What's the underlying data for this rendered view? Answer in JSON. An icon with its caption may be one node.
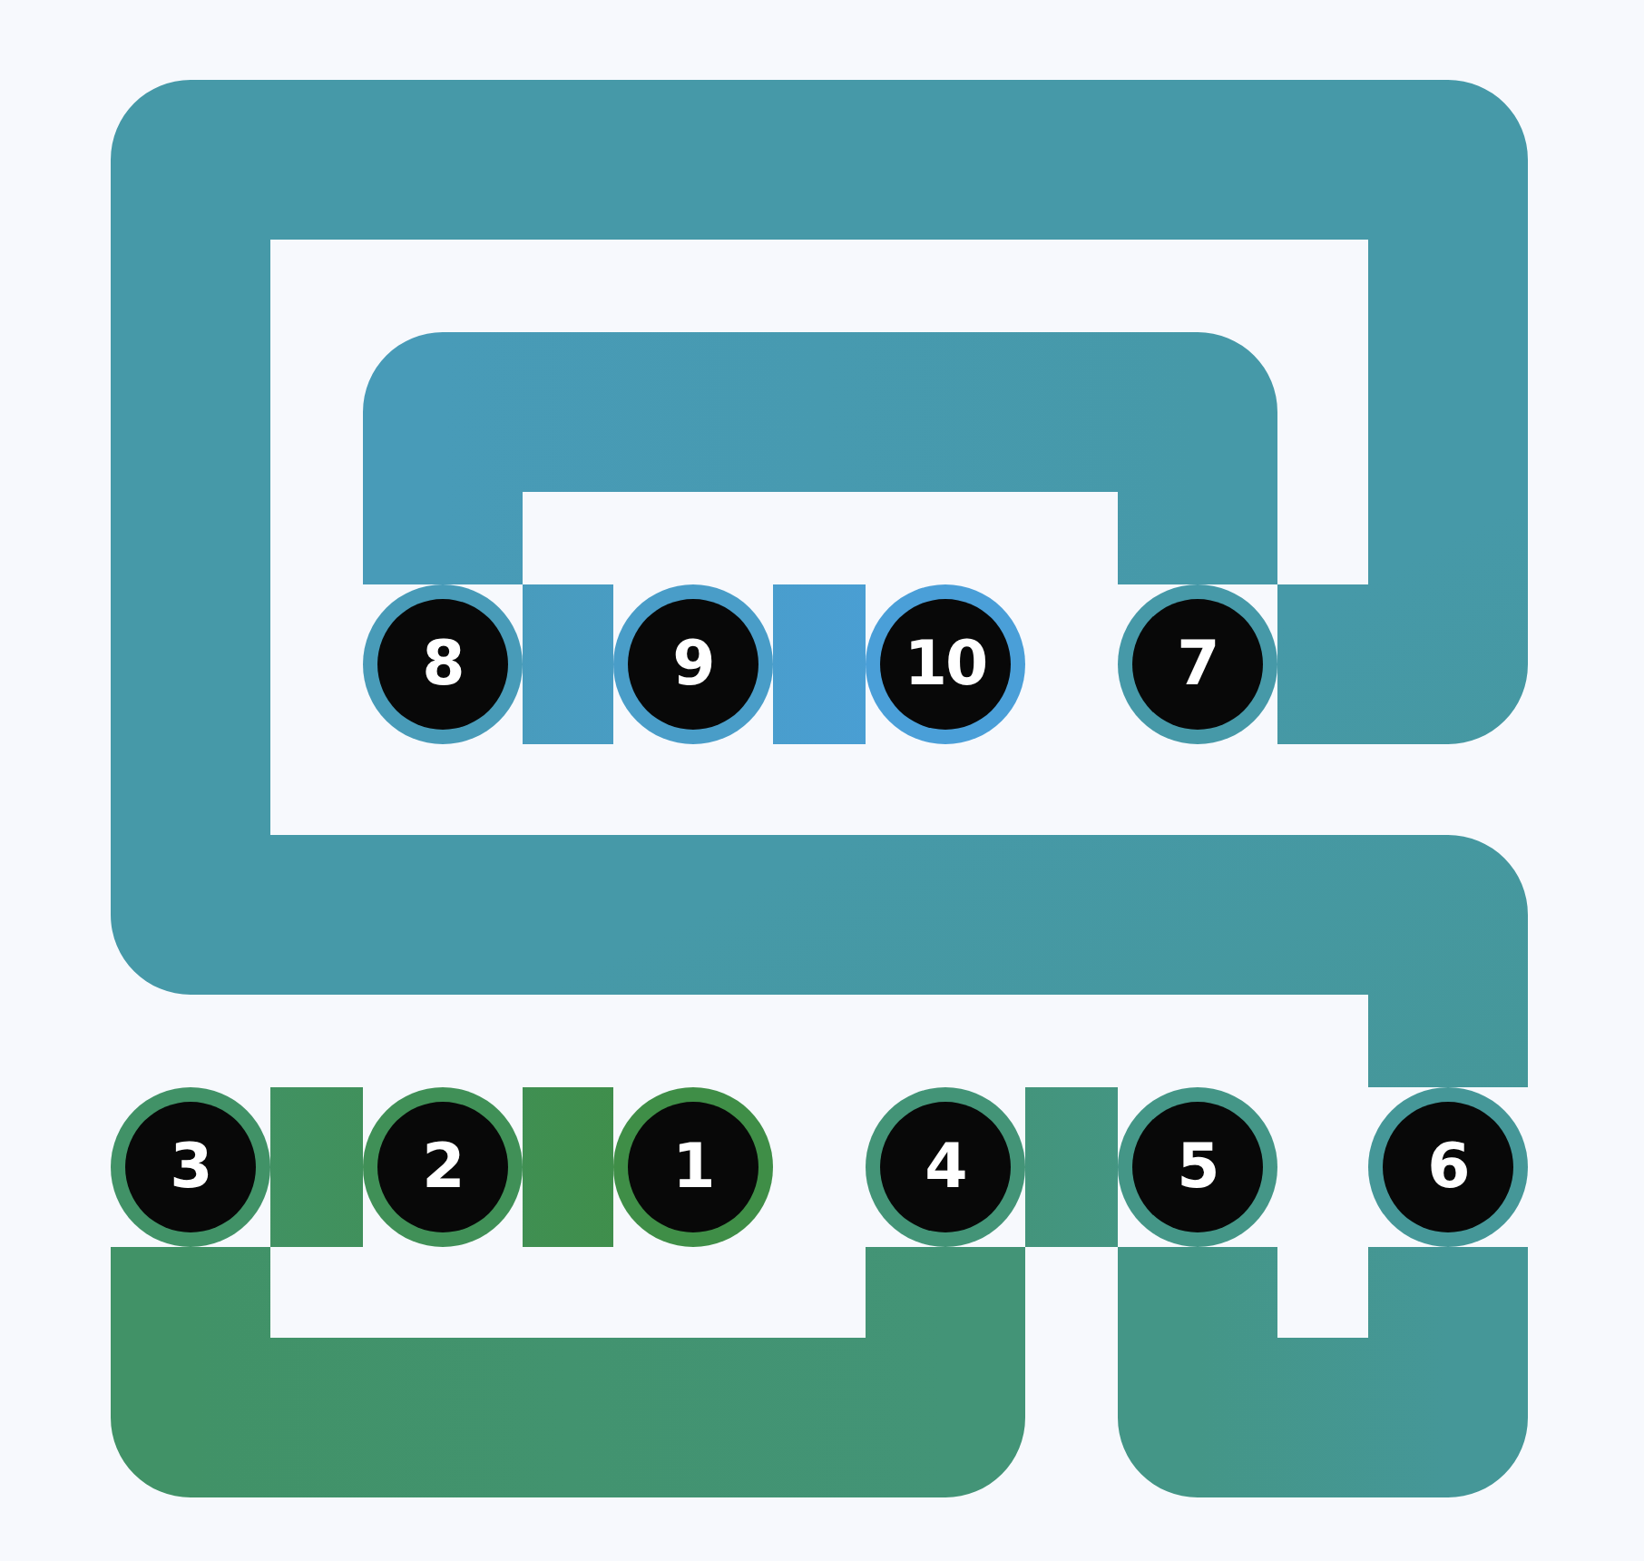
{
  "diagram": {
    "nodes": [
      {
        "text": [
          "1"
        ]
      },
      {
        "text": [
          "2"
        ]
      },
      {
        "text": [
          "3"
        ]
      },
      {
        "text": [
          "4"
        ]
      },
      {
        "text": [
          "5"
        ]
      },
      {
        "text": [
          "6"
        ]
      },
      {
        "text": [
          "7"
        ]
      },
      {
        "text": [
          "8"
        ]
      },
      {
        "text": [
          "9"
        ]
      },
      {
        "text": [
          "10"
        ]
      }
    ],
    "edges": [
      {
        "from": 0,
        "to": 1,
        "arrow": "none"
      },
      {
        "from": 1,
        "to": 2,
        "arrow": "none"
      },
      {
        "from": 2,
        "to": 3,
        "arrow": "none"
      },
      {
        "from": 3,
        "to": 4,
        "arrow": "none"
      },
      {
        "from": 4,
        "to": 5,
        "arrow": "none"
      },
      {
        "from": 5,
        "to": 6,
        "arrow": "none"
      },
      {
        "from": 6,
        "to": 7,
        "arrow": "none"
      },
      {
        "from": 7,
        "to": 8,
        "arrow": "none"
      },
      {
        "from": 8,
        "to": 9,
        "arrow": "none"
      }
    ]
  }
}
